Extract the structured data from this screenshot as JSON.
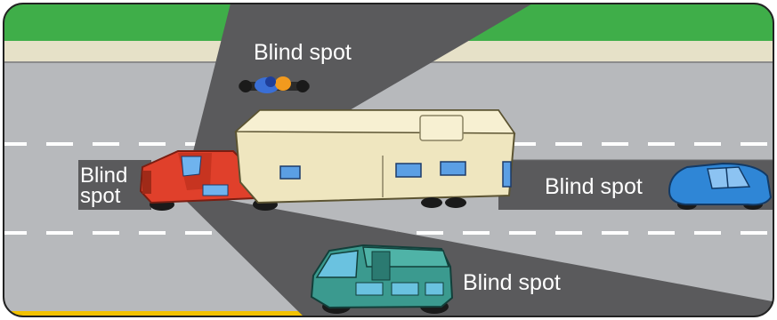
{
  "labels": {
    "top": "Blind spot",
    "left_line1": "Blind",
    "left_line2": "spot",
    "right": "Blind spot",
    "bottom": "Blind spot"
  },
  "colors": {
    "road": "#b7b9bc",
    "grass": "#3fae49",
    "sidewalk": "#e6e1c8",
    "blind_spot_shade": "#5a5a5c",
    "lane_marking": "#ffffff",
    "road_edge": "#f2c200",
    "truck": "#e0402b",
    "trailer": "#efe6bf",
    "blue_car": "#2f86d6",
    "green_suv": "#3b9a8f",
    "motorcycle": "#2b2b2b"
  },
  "icons": [
    "pickup-truck-icon",
    "travel-trailer-icon",
    "motorcycle-icon",
    "blue-car-icon",
    "green-suv-icon"
  ]
}
